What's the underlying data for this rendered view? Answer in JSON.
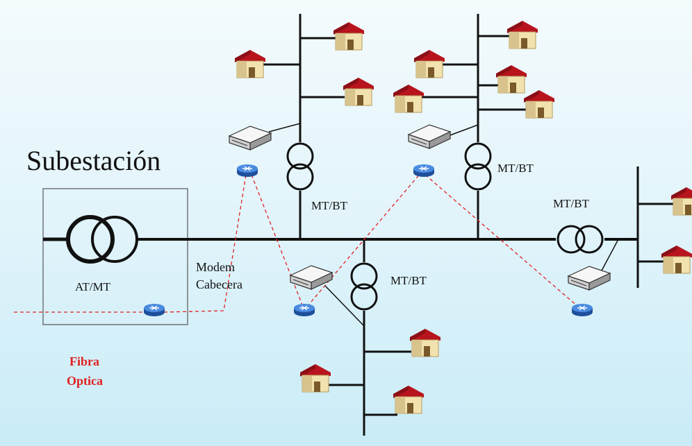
{
  "title": "Subestación",
  "labels": {
    "substation_transformer": "AT/MT",
    "t1": "MT/BT",
    "t2": "MT/BT",
    "t3": "MT/BT",
    "t4": "MT/BT",
    "modem_line1": "Modem",
    "modem_line2": "Cabecera",
    "fiber_line1": "Fibra",
    "fiber_line2": "Optica"
  },
  "colors": {
    "line": "#111111",
    "fiber": "#e02020",
    "house_wall": "#f2e2b0",
    "house_roof": "#b8141e",
    "router": "#2f6fc9",
    "modem": "#f4f4f4"
  },
  "icons": [
    "transformer-icon",
    "house-icon",
    "modem-icon",
    "router-icon"
  ]
}
